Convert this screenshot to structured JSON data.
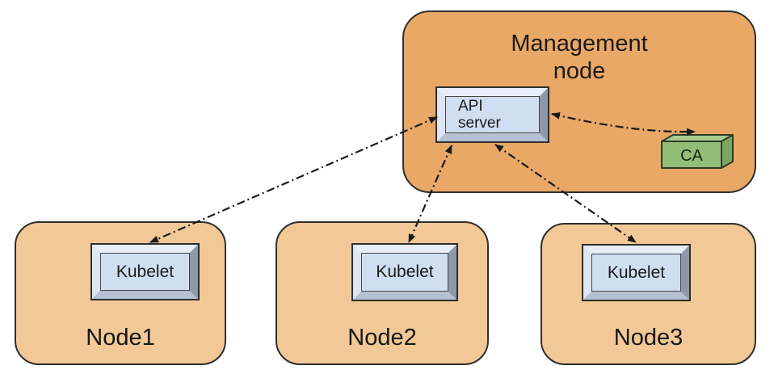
{
  "diagram": {
    "management_node": {
      "title": "Management node",
      "api_server_label": "API server",
      "ca_label": "CA"
    },
    "nodes": [
      {
        "name": "Node1",
        "component": "Kubelet"
      },
      {
        "name": "Node2",
        "component": "Kubelet"
      },
      {
        "name": "Node3",
        "component": "Kubelet"
      }
    ],
    "connections": [
      {
        "from": "API server",
        "to": "Kubelet (Node1)",
        "style": "dash-dot",
        "bidirectional": true
      },
      {
        "from": "API server",
        "to": "Kubelet (Node2)",
        "style": "dash-dot",
        "bidirectional": true
      },
      {
        "from": "API server",
        "to": "Kubelet (Node3)",
        "style": "dash-dot",
        "bidirectional": true
      },
      {
        "from": "API server",
        "to": "CA",
        "style": "dash-dot",
        "bidirectional": true
      }
    ],
    "colors": {
      "management_fill": "#E9A866",
      "node_fill": "#F2C996",
      "component_face": "#CFDFF1",
      "component_bevel_light": "#E7EEF8",
      "component_bevel_dark": "#8D98AC",
      "ca_front": "#94BE78",
      "ca_top": "#A8CC90",
      "ca_side": "#7EA464",
      "outline": "#2E2E2E",
      "arrow": "#1A1A1A"
    }
  }
}
